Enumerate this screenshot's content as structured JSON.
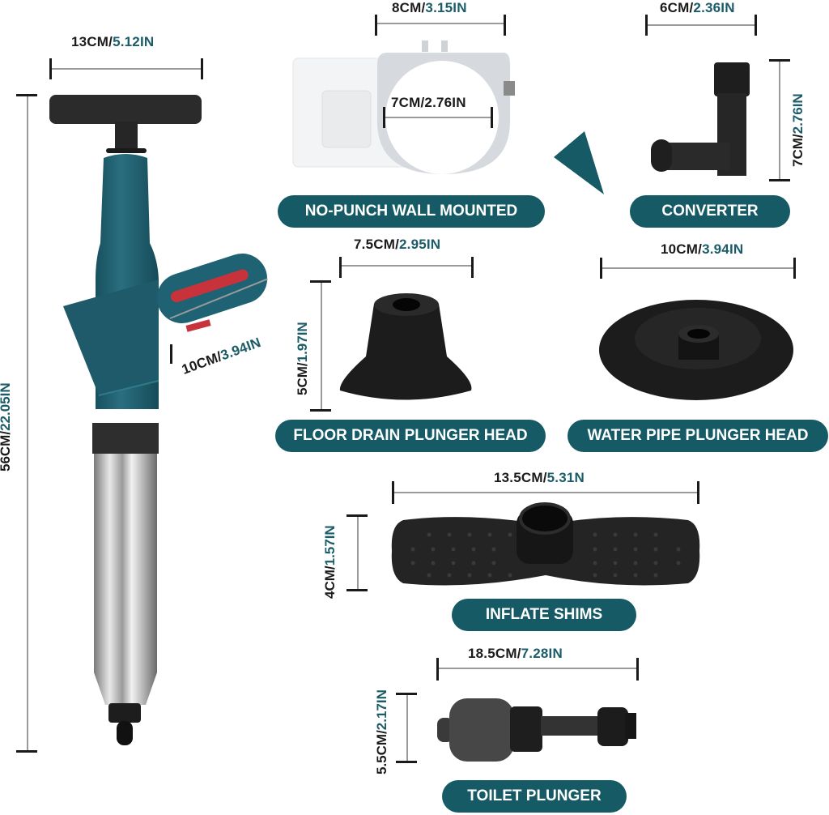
{
  "theme": {
    "accent": "#165a65",
    "inch_text": "#1b5c68",
    "dim_line": "#9a9a9a",
    "handle_red": "#c8323a",
    "body_teal": "#1f5f70"
  },
  "main_plunger": {
    "width": {
      "cm": "13CM/",
      "in": "5.12IN"
    },
    "height": {
      "cm": "56CM/",
      "in": "22.05IN"
    },
    "handle_length": {
      "cm": "10CM/",
      "in": "3.94IN"
    }
  },
  "accessories": [
    {
      "id": "wall-mount",
      "label": "NO-PUNCH WALL MOUNTED",
      "outer": {
        "cm": "8CM/",
        "in": "3.15IN"
      },
      "inner": {
        "cm": "7CM/2.76IN"
      }
    },
    {
      "id": "converter",
      "label": "CONVERTER",
      "width": {
        "cm": "6CM/",
        "in": "2.36IN"
      },
      "height": {
        "cm": "7CM/",
        "in": "2.76IN"
      }
    },
    {
      "id": "floor-drain",
      "label": "FLOOR DRAIN PLUNGER HEAD",
      "width": {
        "cm": "7.5CM/",
        "in": "2.95IN"
      },
      "height": {
        "cm": "5CM/",
        "in": "1.97IN"
      }
    },
    {
      "id": "water-pipe",
      "label": "WATER PIPE PLUNGER HEAD",
      "width": {
        "cm": "10CM/",
        "in": "3.94IN"
      }
    },
    {
      "id": "inflate-shims",
      "label": "INFLATE SHIMS",
      "width": {
        "cm": "13.5CM/",
        "in": "5.31N"
      },
      "height": {
        "cm": "4CM/",
        "in": "1.57IN"
      }
    },
    {
      "id": "toilet-plunger",
      "label": "TOILET PLUNGER",
      "width": {
        "cm": "18.5CM/",
        "in": "7.28IN"
      },
      "height": {
        "cm": "5.5CM/",
        "in": "2.17IN"
      }
    }
  ]
}
